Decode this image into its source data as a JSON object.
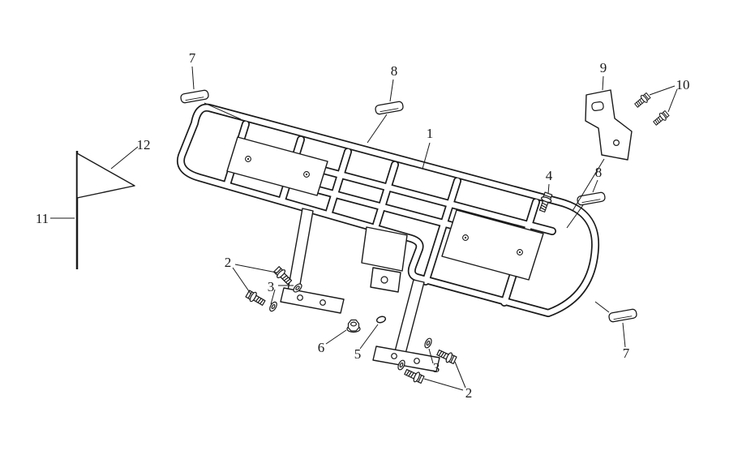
{
  "figure": {
    "background_color": "#ffffff",
    "line_color": "#1a1a1a",
    "callouts": {
      "n1": "1",
      "n2a": "2",
      "n2b": "2",
      "n3a": "3",
      "n3b": "3",
      "n4": "4",
      "n5": "5",
      "n6": "6",
      "n7a": "7",
      "n7b": "7",
      "n8a": "8",
      "n8b": "8",
      "n9": "9",
      "n10": "10",
      "n11": "11",
      "n12": "12"
    }
  }
}
